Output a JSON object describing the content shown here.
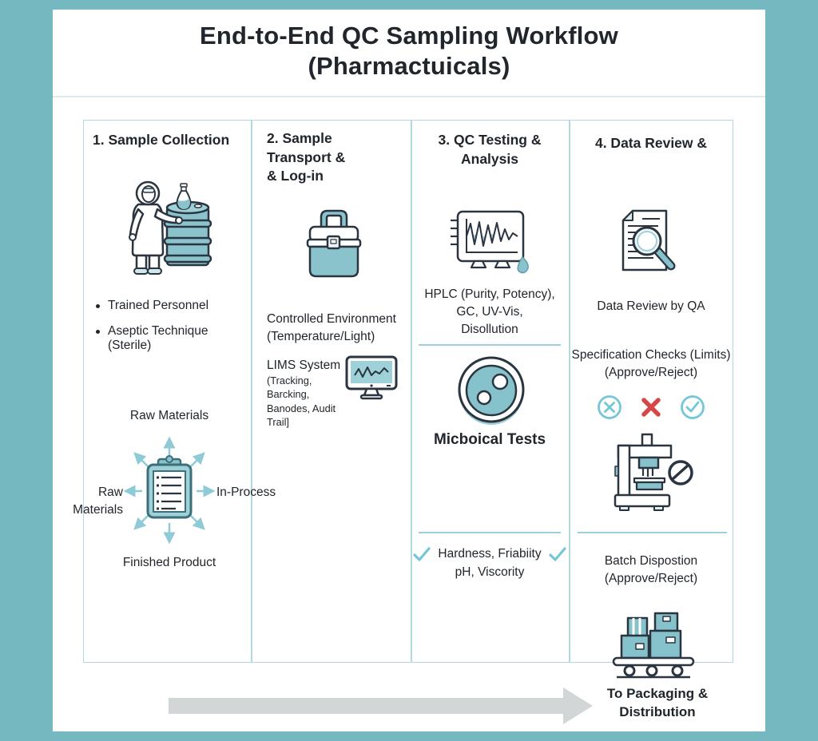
{
  "title": "End-to-End QC Sampling Workflow\n(Pharmactuicals)",
  "columns": [
    {
      "header": "1. Sample Collection",
      "icon": "technician-with-drum",
      "bullets": [
        "Trained Personnel",
        "Aseptic Technique (Sterile)"
      ],
      "hub": {
        "icon": "clipboard-checklist",
        "top": "Raw Materials",
        "left": "Raw Materials",
        "right": "In-Process",
        "bottom": "Finished Product"
      }
    },
    {
      "header": "2. Sample\nTransport &\n& Log-in",
      "icon": "cooler-box",
      "env_note": "Controlled Environment\n(Temperature/Light)",
      "lims_title": "LIMS System",
      "lims_sub": "(Tracking, Barcking,\nBanodes, Audit Trail]",
      "lims_icon": "monitor-waveform"
    },
    {
      "header": "3. QC Testing &\nAnalysis",
      "instrument_icon": "chromatogram-monitor",
      "chemistry_tests": "HPLC (Purity, Potency),\nGC, UV-Vis,\nDisollution",
      "micro_icon": "petri-dish",
      "micro_label": "Micboical Tests",
      "physical_line1": "Hardness, Friabiity",
      "physical_line2": "pH, Viscority"
    },
    {
      "header": "4. Data Review &",
      "review_icon": "document-magnifier",
      "review_label": "Data Review by QA",
      "spec_label": "Specification Checks (Limits)\n(Approve/Reject)",
      "decision_icons": [
        "circle-x",
        "red-x",
        "circle-check"
      ],
      "machine_icon": "press-machine-prohibited",
      "batch_label": "Batch Dispostion\n(Approve/Reject)",
      "boxes_icon": "packed-boxes-trolley"
    }
  ],
  "footer": {
    "label": "To Packaging &\nDistribution"
  },
  "colors": {
    "background_teal": "#75b8c0",
    "panel_white": "#ffffff",
    "grid_line": "#b2d9e0",
    "icon_teal": "#85c2cb",
    "icon_outline": "#2b3540",
    "check_teal": "#74c7d6",
    "reject_red": "#d64848",
    "arrow_gray": "#d3d6d7",
    "text_dark": "#20262c"
  }
}
